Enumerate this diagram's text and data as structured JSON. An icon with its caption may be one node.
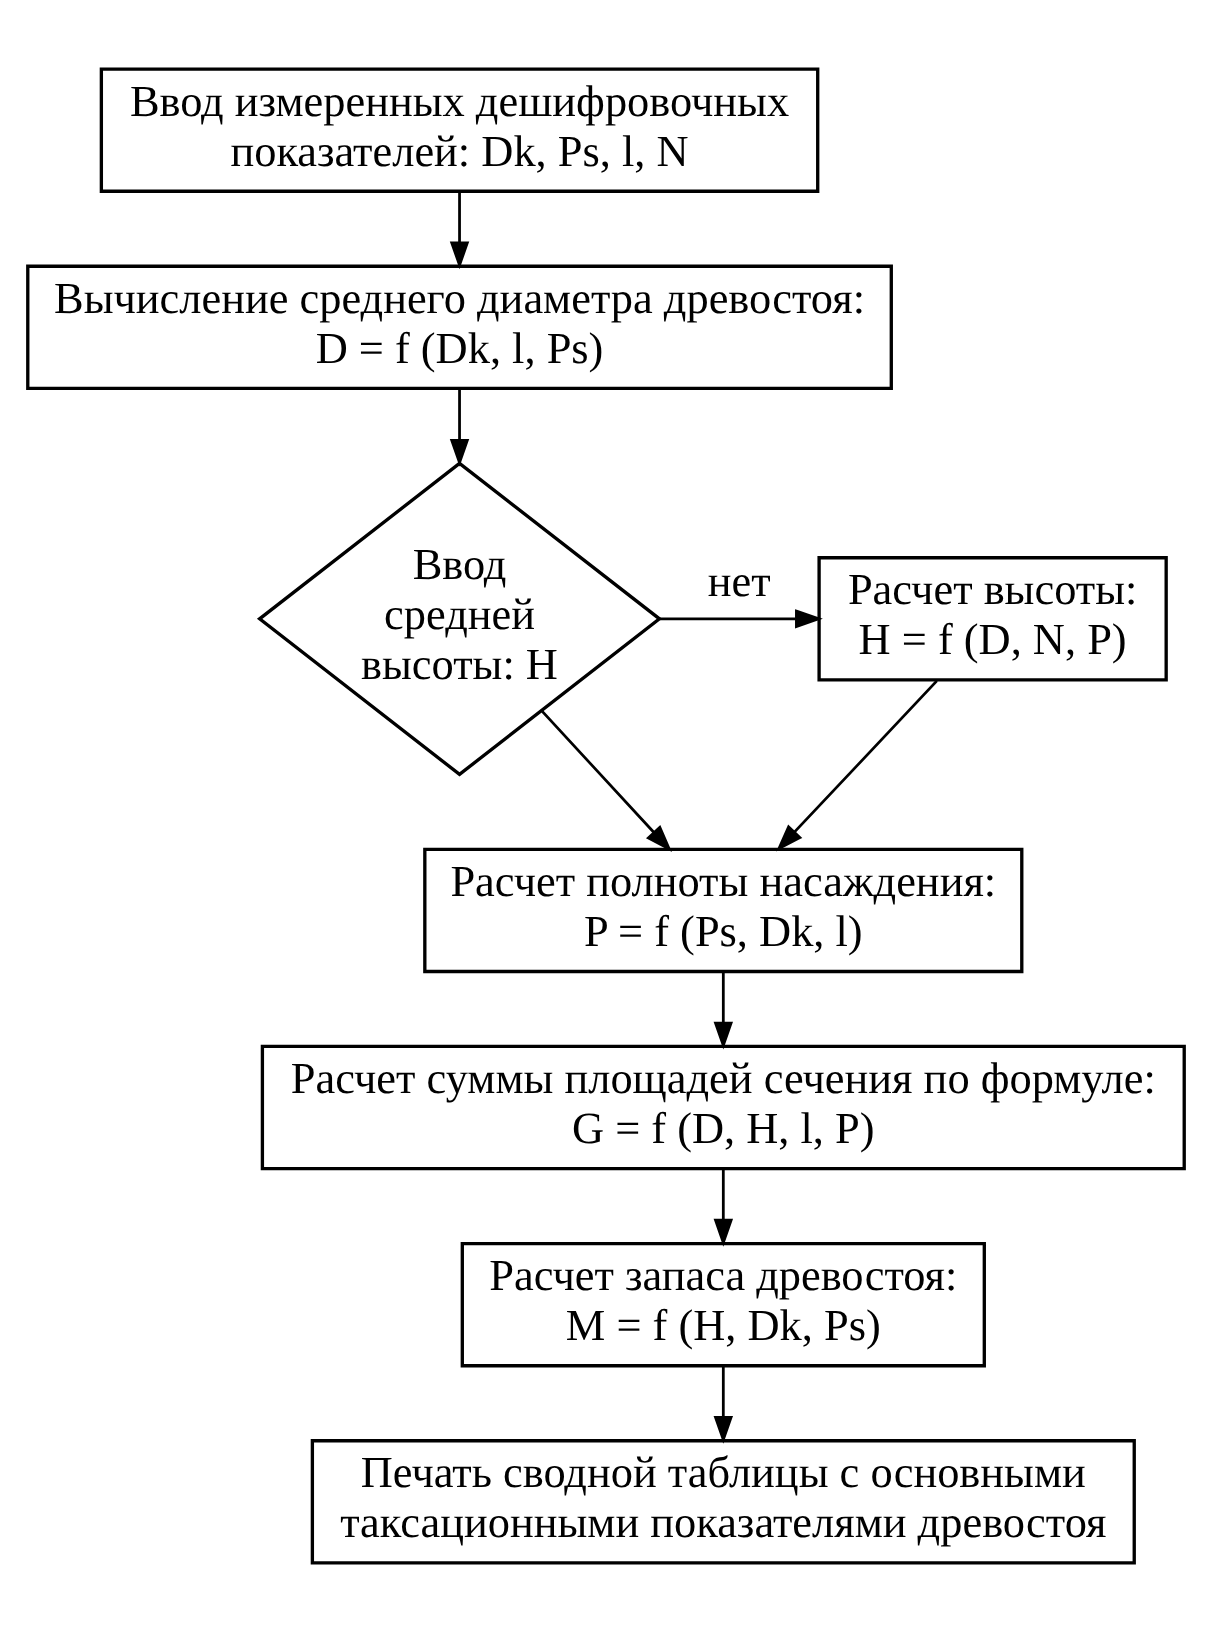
{
  "diagram": {
    "nodes": [
      {
        "text": [
          "Ввод измеренных дешифровочных показателей: Dk, Ps, l, N"
        ]
      },
      {
        "text": [
          "Вычисление среднего диаметра древостоя:",
          "D = f (Dk, l, Ps)"
        ]
      },
      {
        "text": [
          "Ввод средней высоты: H"
        ]
      },
      {
        "text": [
          "Расчет высоты:",
          "H = f (D, N, P)"
        ]
      },
      {
        "text": [
          "Расчет полноты насаждения:",
          "P = f (Ps, Dk, l)"
        ]
      },
      {
        "text": [
          "Расчет суммы площадей сечения по формуле:",
          "G = f (D, H, l, P)"
        ]
      },
      {
        "text": [
          "Расчет запаса древостоя:",
          "M = f (H, Dk, Ps)"
        ]
      },
      {
        "text": [
          "Печать сводной таблицы с основными таксационными показателями древостоя"
        ]
      }
    ],
    "edges": [
      {
        "from": 0,
        "to": 1,
        "arrow": "to"
      },
      {
        "from": 1,
        "to": 2,
        "arrow": "to"
      },
      {
        "from": 2,
        "to": 3,
        "arrow": "to",
        "label": "нет"
      },
      {
        "from": 2,
        "to": 4,
        "arrow": "to"
      },
      {
        "from": 3,
        "to": 4,
        "arrow": "to"
      },
      {
        "from": 4,
        "to": 5,
        "arrow": "to"
      },
      {
        "from": 5,
        "to": 6,
        "arrow": "to"
      },
      {
        "from": 6,
        "to": 7,
        "arrow": "to"
      }
    ]
  }
}
